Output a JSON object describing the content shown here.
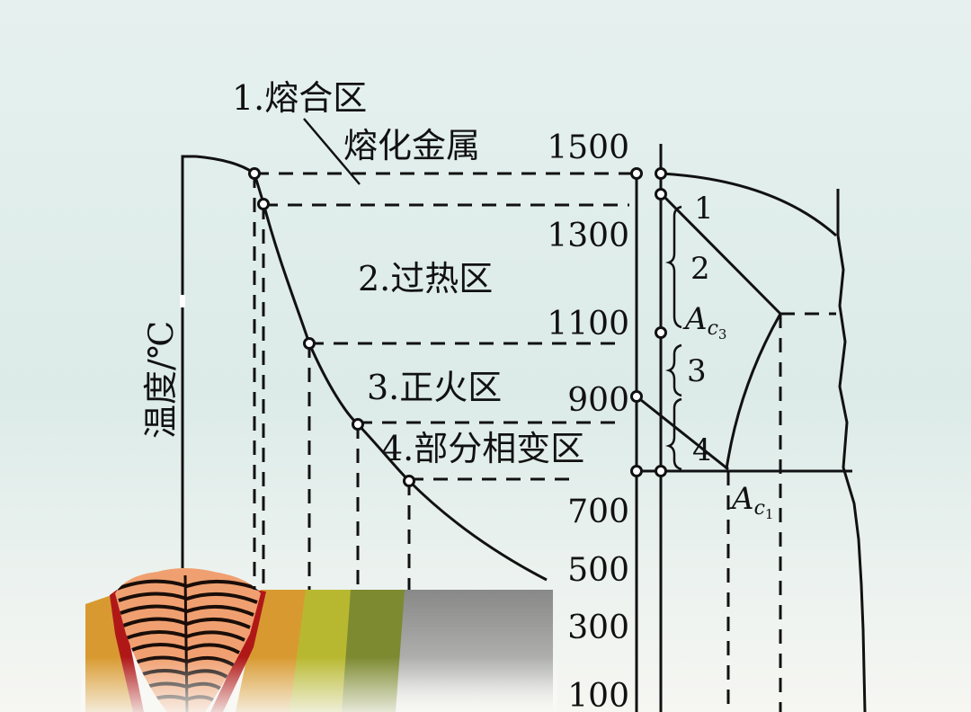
{
  "diagram": {
    "y_axis_label": "温度/℃",
    "temperature_ticks": [
      "1500",
      "1300",
      "1100",
      "900",
      "700",
      "500",
      "300",
      "100"
    ],
    "zones": {
      "fusion": "1.熔合区",
      "molten_metal": "熔化金属",
      "overheated": "2.过热区",
      "normalized": "3.正火区",
      "partial_transformation": "4.部分相变区"
    },
    "phase_diagram": {
      "zone_numbers": [
        "1",
        "2",
        "3",
        "4"
      ],
      "ac3_base": "A",
      "ac3_sub": "c",
      "ac3_subsub": "3",
      "ac1_base": "A",
      "ac1_sub": "c",
      "ac1_subsub": "1"
    },
    "colors": {
      "weld_bead": "#f0a070",
      "weld_stripes": "#1a0d08",
      "fusion_line": "#b01818",
      "overheated_zone": "#d89a30",
      "normalized_zone": "#b8b830",
      "partial_zone": "#7d8a30",
      "base_metal": "#8c8c8c"
    }
  }
}
